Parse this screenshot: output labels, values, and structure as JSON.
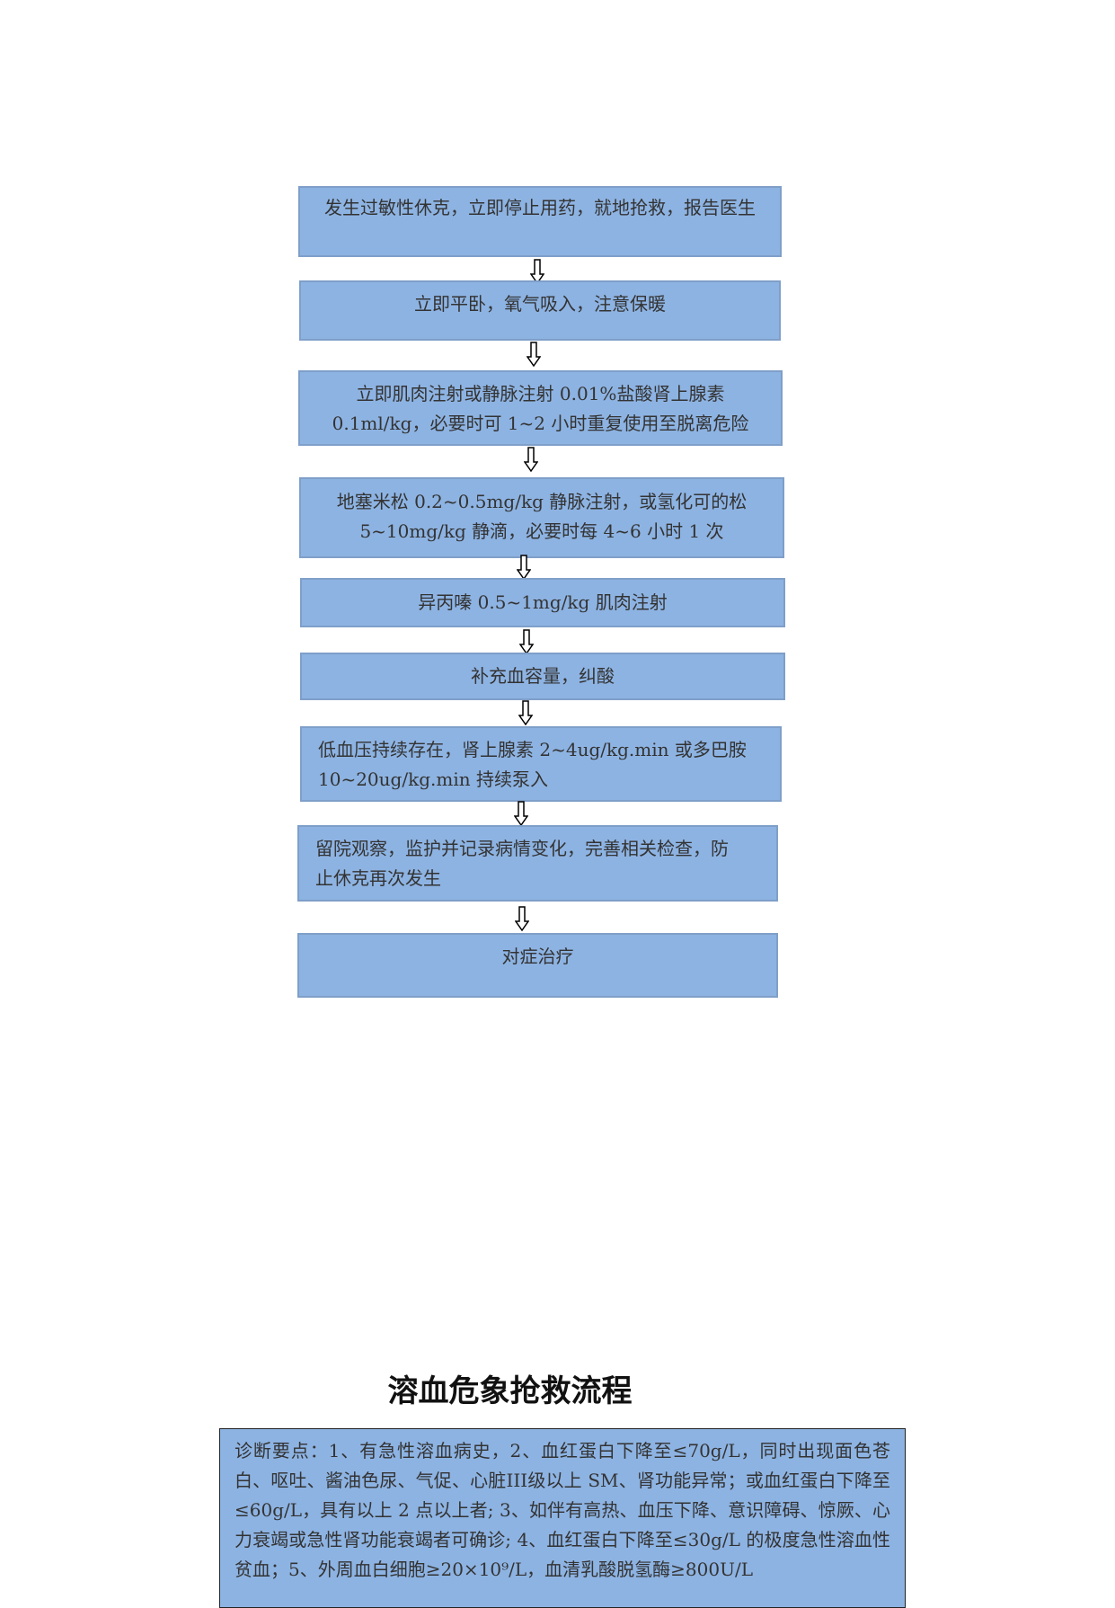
{
  "flow": {
    "step1": "发生过敏性休克，立即停止用药，就地抢救，报告医生",
    "step2": "立即平卧，氧气吸入，注意保暖",
    "step3_line1": "立即肌肉注射或静脉注射 0.01%盐酸肾上腺素",
    "step3_line2": "0.1ml/kg，必要时可 1~2 小时重复使用至脱离危险",
    "step4_line1": "地塞米松 0.2~0.5mg/kg 静脉注射，或氢化可的松",
    "step4_line2": "5~10mg/kg 静滴，必要时每 4~6 小时 1 次",
    "step5": "异丙嗪 0.5~1mg/kg 肌肉注射",
    "step6": "补充血容量，纠酸",
    "step7_line1": "低血压持续存在，肾上腺素 2~4ug/kg.min 或多巴胺",
    "step7_line2": "10~20ug/kg.min 持续泵入",
    "step8_line1": "留院观察，监护并记录病情变化，完善相关检查，防",
    "step8_line2": "止休克再次发生",
    "step9": "对症治疗"
  },
  "section2": {
    "title": "溶血危象抢救流程",
    "diagnosis": "诊断要点：1、有急性溶血病史，2、血红蛋白下降至≤70g/L，同时出现面色苍白、呕吐、酱油色尿、气促、心脏III级以上 SM、肾功能异常；或血红蛋白下降至≤60g/L，具有以上 2 点以上者; 3、如伴有高热、血压下降、意识障碍、惊厥、心力衰竭或急性肾功能衰竭者可确诊; 4、血红蛋白下降至≤30g/L 的极度急性溶血性贫血；5、外周血白细胞≥20×10⁹/L，血清乳酸脱氢酶≥800U/L"
  },
  "icons": {
    "arrow": "down-arrow-icon"
  }
}
